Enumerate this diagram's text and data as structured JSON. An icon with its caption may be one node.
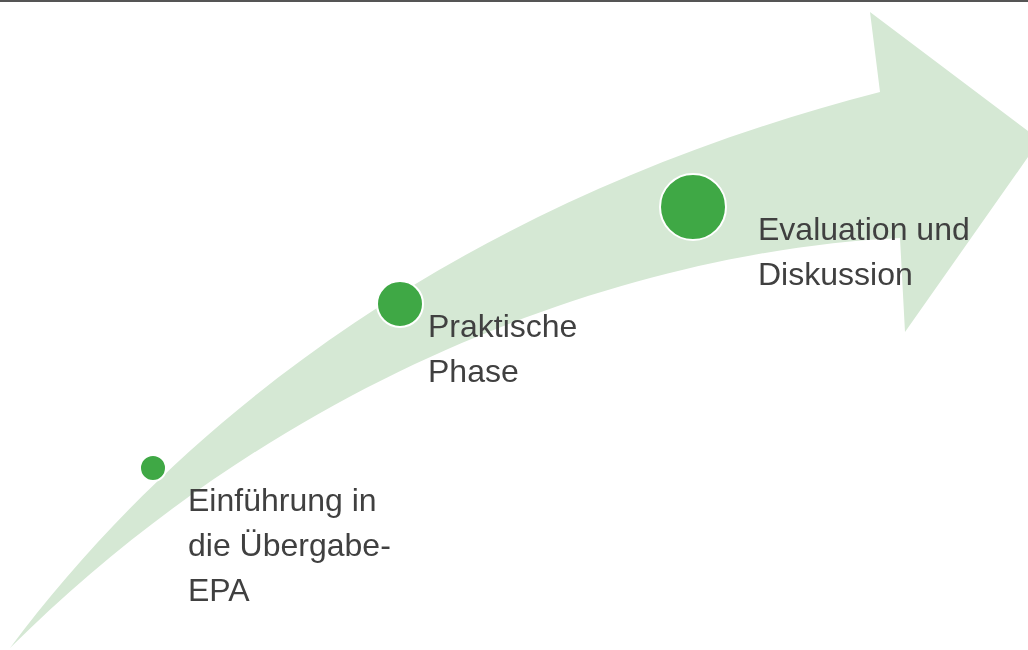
{
  "diagram": {
    "nodes": [
      {
        "text": [],
        "shape": "circle",
        "beside": [
          "Einführung in die Übergabe-EPA"
        ]
      },
      {
        "text": [],
        "shape": "circle",
        "beside": [
          "Praktische Phase"
        ]
      },
      {
        "text": [],
        "shape": "circle",
        "beside": [
          "Evaluation und Diskussion"
        ]
      }
    ]
  }
}
